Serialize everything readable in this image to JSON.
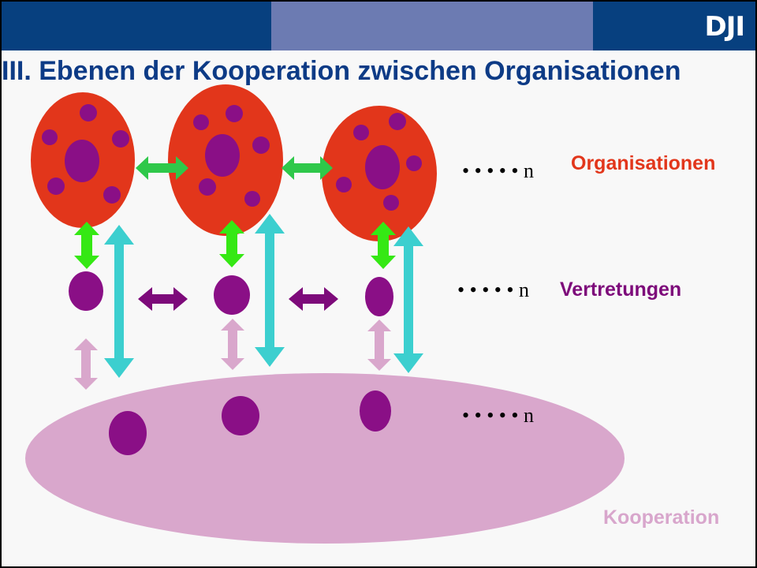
{
  "header": {
    "logo_text": "DJI"
  },
  "title": "III. Ebenen der Kooperation zwischen Organisationen",
  "levels": {
    "organisationen": {
      "label": "Organisationen",
      "ellipsis": "• • • • •",
      "n": "n",
      "color": "#e2361b"
    },
    "vertretungen": {
      "label": "Vertretungen",
      "ellipsis": "• • • • •",
      "n": "n",
      "color": "#7d0a7a"
    },
    "kooperation": {
      "label": "Kooperation",
      "ellipsis": "• • • • •",
      "n": "n",
      "color": "#d8a6cc"
    }
  },
  "colors": {
    "header_dark": "#07407f",
    "header_mid": "#6c7bb2",
    "title": "#0d3b86",
    "organisation_fill": "#e2361b",
    "member_fill": "#8a0f86",
    "arrow_green": "#2fc84a",
    "arrow_bright_green": "#35e814",
    "arrow_cyan": "#3ccfcf",
    "arrow_purple": "#7d0a7a",
    "arrow_pink": "#d9a7cc",
    "kooperation_fill": "#d9a7cc"
  }
}
